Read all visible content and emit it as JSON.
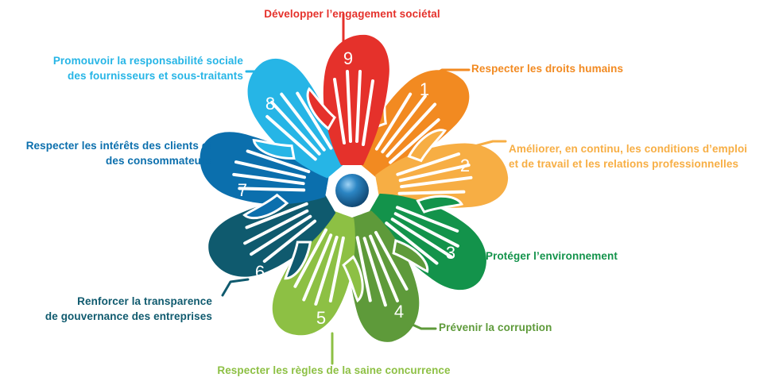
{
  "colors": {
    "p1": "#f28a21",
    "p2": "#f7ae44",
    "p3": "#13934b",
    "p4": "#5e9a3a",
    "p5": "#8dc044",
    "p6": "#0f5a6e",
    "p7": "#0b6fad",
    "p8": "#26b5e6",
    "p9": "#e5312b",
    "globe": "#1a6ea5"
  },
  "principles": [
    {
      "number": "1",
      "text_lines": [
        "Respecter les droits humains"
      ]
    },
    {
      "number": "2",
      "text_lines": [
        "Améliorer, en continu, les conditions d’emploi",
        "et de travail et les relations professionnelles"
      ]
    },
    {
      "number": "3",
      "text_lines": [
        "Protéger l’environnement"
      ]
    },
    {
      "number": "4",
      "text_lines": [
        "Prévenir la corruption"
      ]
    },
    {
      "number": "5",
      "text_lines": [
        "Respecter les règles de la saine concurrence"
      ]
    },
    {
      "number": "6",
      "text_lines": [
        "Renforcer la transparence",
        "de gouvernance des entreprises"
      ]
    },
    {
      "number": "7",
      "text_lines": [
        "Respecter les intérêts des clients et",
        "des consommateurs"
      ]
    },
    {
      "number": "8",
      "text_lines": [
        "Promouvoir la responsabilité sociale",
        "des fournisseurs et sous-traitants"
      ]
    },
    {
      "number": "9",
      "text_lines": [
        "Développer l’engagement sociétal"
      ]
    }
  ]
}
